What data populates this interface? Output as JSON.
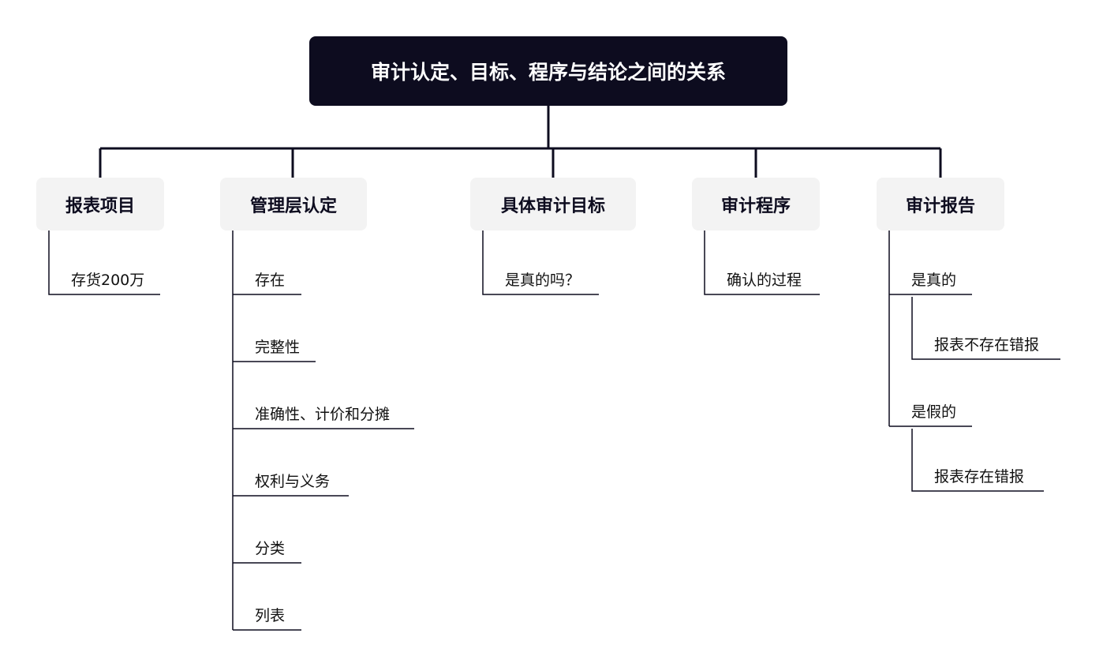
{
  "title": "审计认定、目标、程序与结论之间的关系",
  "branches": [
    {
      "label": "报表项目",
      "items": [
        "存货200万"
      ]
    },
    {
      "label": "管理层认定",
      "items": [
        "存在",
        "完整性",
        "准确性、计价和分摊",
        "权利与义务",
        "分类",
        "列表"
      ]
    },
    {
      "label": "具体审计目标",
      "items": [
        "是真的吗？"
      ]
    },
    {
      "label": "审计程序",
      "items": [
        "确认的过程"
      ]
    },
    {
      "label": "审计报告",
      "items": [
        "是真的",
        "报表不存在错报",
        "是假的",
        "报表存在错报"
      ]
    }
  ],
  "colors": {
    "root_bg": "#0d0c1f",
    "branch_bg": "#f3f3f3",
    "line": "#0d0c1f"
  }
}
